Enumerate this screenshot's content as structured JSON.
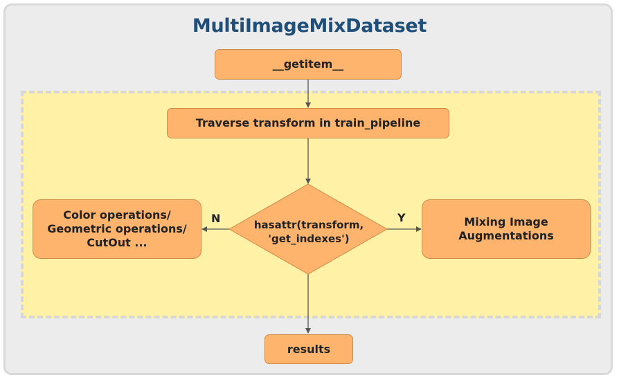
{
  "title": "MultiImageMixDataset",
  "nodes": {
    "getitem": "__getitem__",
    "traverse": "Traverse transform in train_pipeline",
    "decision_line1": "hasattr(transform,",
    "decision_line2": "'get_indexes')",
    "left_line1": "Color operations/",
    "left_line2": "Geometric operations/",
    "left_line3": "CutOut ...",
    "right_line1": "Mixing Image",
    "right_line2": "Augmentations",
    "results": "results"
  },
  "edge_labels": {
    "no": "N",
    "yes": "Y"
  },
  "colors": {
    "node_fill": "#ffb46e",
    "node_border": "#cf8a45",
    "dashed_region": "#fff2a6",
    "title": "#1f4e79",
    "background": "#ececec"
  }
}
